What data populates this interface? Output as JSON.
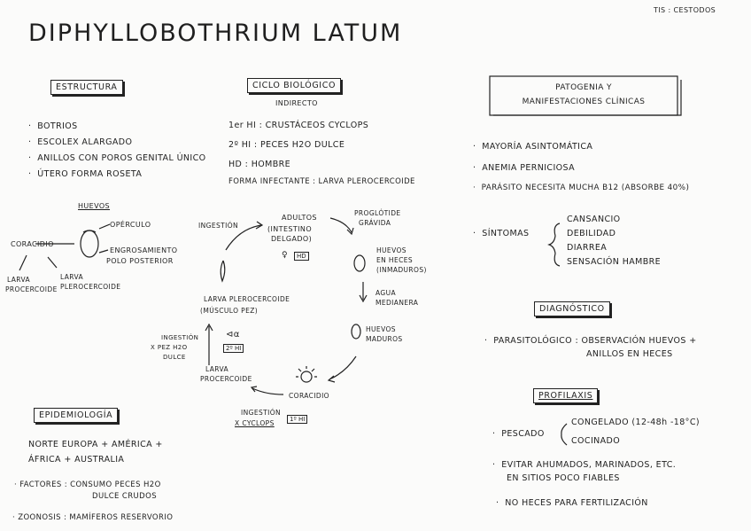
{
  "header": {
    "top_tag": "TIS : CESTODOS",
    "title": "DIPHYLLOBOTHRIUM LATUM"
  },
  "estructura": {
    "heading": "ESTRUCTURA",
    "bullets": [
      "BOTRIOS",
      "ESCOLEX ALARGADO",
      "ANILLOS CON POROS GENITAL ÚNICO",
      "ÚTERO FORMA ROSETA"
    ],
    "huevos_label": "HUEVOS",
    "operculo": "OPÉRCULO",
    "engrosamiento_1": "ENGROSAMIENTO",
    "engrosamiento_2": "POLO POSTERIOR",
    "coracidio": "CORACIDIO",
    "larva_pro_1": "LARVA",
    "larva_pro_2": "PROCERCOIDE",
    "larva_plero_1": "LARVA",
    "larva_plero_2": "PLEROCERCOIDE"
  },
  "ciclo": {
    "heading": "CICLO BIOLÓGICO",
    "sub": "INDIRECTO",
    "lines": [
      {
        "key": "1er HI :",
        "val": "CRUSTÁCEOS CYCLOPS"
      },
      {
        "key": "2º HI :",
        "val": "PECES H2O DULCE"
      },
      {
        "key": "HD :",
        "val": "HOMBRE"
      },
      {
        "key": "FORMA INFECTANTE :",
        "val": "LARVA PLEROCERCOIDE"
      }
    ],
    "adultos_1": "ADULTOS",
    "adultos_2": "(INTESTINO",
    "adultos_3": "DELGADO)",
    "hd_tag": "HD",
    "proglotide_1": "PROGLÓTIDE",
    "proglotide_2": "GRÁVIDA",
    "huevos_heces_1": "HUEVOS",
    "huevos_heces_2": "EN HECES",
    "huevos_heces_3": "(INMADUROS)",
    "agua_1": "AGUA",
    "agua_2": "MEDIANERA",
    "huevos_maduros_1": "HUEVOS",
    "huevos_maduros_2": "MADUROS",
    "coracidio": "CORACIDIO",
    "ingestion_cyclops_1": "INGESTIÓN",
    "ingestion_cyclops_2": "X CYCLOPS",
    "hi1_tag": "1º HI",
    "larva_pro_1": "LARVA",
    "larva_pro_2": "PROCERCOIDE",
    "ingestion_pez_1": "INGESTIÓN",
    "ingestion_pez_2": "X PEZ H2O",
    "ingestion_pez_3": "DULCE",
    "hi2_tag": "2º HI",
    "larva_plero_1": "LARVA PLEROCERCOIDE",
    "larva_plero_2": "(MÚSCULO PEZ)",
    "ingestion_top": "INGESTIÓN"
  },
  "epidemiologia": {
    "heading": "EPIDEMIOLOGÍA",
    "line1": "NORTE EUROPA + AMÉRICA +",
    "line2": "ÁFRICA + AUSTRALIA",
    "factores_1": "FACTORES :  CONSUMO PECES H2O",
    "factores_2": "DULCE CRUDOS",
    "zoonosis": "ZOONOSIS : MAMÍFEROS RESERVORIO"
  },
  "patogenia": {
    "heading_1": "PATOGENIA Y",
    "heading_2": "MANIFESTACIONES CLÍNICAS",
    "bullets": [
      "MAYORÍA ASINTOMÁTICA",
      "ANEMIA PERNICIOSA",
      "PARÁSITO NECESITA MUCHA B12 (ABSORBE 40%)"
    ],
    "sintomas_label": "SÍNTOMAS",
    "sintomas": [
      "CANSANCIO",
      "DEBILIDAD",
      "DIARREA",
      "SENSACIÓN HAMBRE"
    ]
  },
  "diagnostico": {
    "heading": "DIAGNÓSTICO",
    "line1": "PARASITOLÓGICO :  OBSERVACIÓN HUEVOS +",
    "line2": "ANILLOS EN HECES"
  },
  "profilaxis": {
    "heading": "PROFILAXIS",
    "pescado": "PESCADO",
    "opt1": "CONGELADO  (12-48h  -18°C)",
    "opt2": "COCINADO",
    "line2a": "EVITAR AHUMADOS, MARINADOS, ETC.",
    "line2b": "EN SITIOS POCO FIABLES",
    "line3": "NO HECES PARA FERTILIZACIÓN"
  }
}
